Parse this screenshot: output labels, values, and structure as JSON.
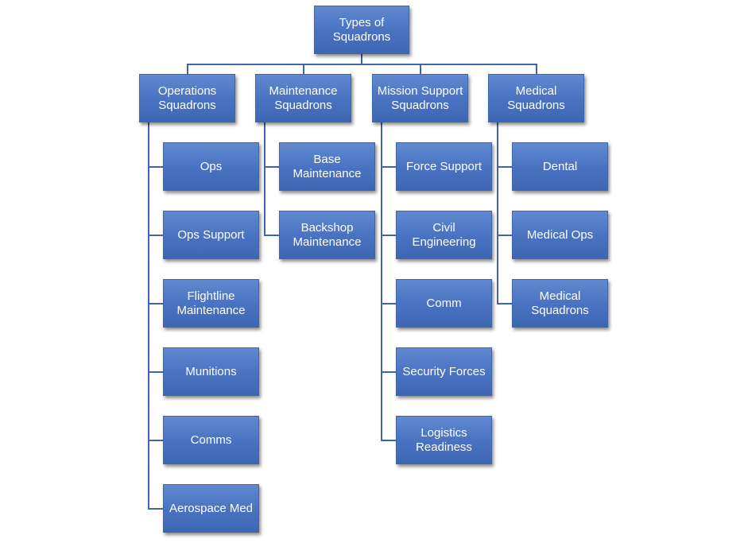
{
  "root": {
    "label": "Types of\nSquadrons"
  },
  "groups": [
    {
      "label": "Operations\nSquadrons",
      "children": [
        "Ops",
        "Ops Support",
        "Flightline\nMaintenance",
        "Munitions",
        "Comms",
        "Aerospace Med"
      ]
    },
    {
      "label": "Maintenance\nSquadrons",
      "children": [
        "Base\nMaintenance",
        "Backshop\nMaintenance"
      ]
    },
    {
      "label": "Mission Support\nSquadrons",
      "children": [
        "Force Support",
        "Civil Engineering",
        "Comm",
        "Security Forces",
        "Logistics\nReadiness"
      ]
    },
    {
      "label": "Medical\nSquadrons",
      "children": [
        "Dental",
        "Medical Ops",
        "Medical\nSquadrons"
      ]
    }
  ],
  "colors": {
    "box_top": "#6089d0",
    "box_bottom": "#3d66b2",
    "connector": "#3f66ad",
    "text": "#ffffff"
  }
}
